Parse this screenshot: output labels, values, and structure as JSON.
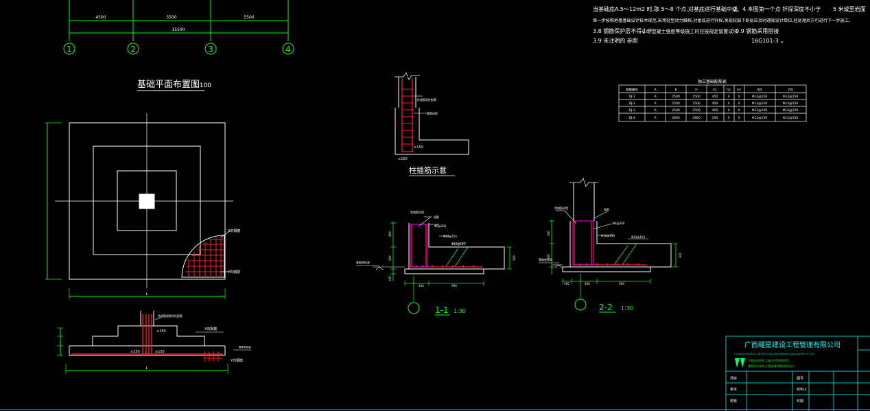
{
  "grid": {
    "dims_top": [
      "4500",
      "5500",
      "5500"
    ],
    "dim_total": "15500",
    "axes": [
      "1",
      "2",
      "3",
      "4"
    ]
  },
  "plan": {
    "title": "基础平面布置图",
    "scale": "1:100",
    "bar_note": "X向钢筋",
    "bar_note2": "Y向钢筋",
    "dim_bottom": "L"
  },
  "section_elev": {
    "note1": "柱插筋根数同柱配筋",
    "note2": "X向钢筋",
    "note3": "Y向钢筋",
    "label_a": "≥150",
    "label_b": "≥150",
    "elev": "基础底标高",
    "dim_bottom": "L"
  },
  "detail_anchor": {
    "title": "柱插筋示意",
    "note1": "柱插筋同柱配筋",
    "note2": "箍筋间距",
    "note3": "≥150"
  },
  "sec11": {
    "title": "1-1",
    "scale": "1:30",
    "elev_label": "基础底标高",
    "bars": [
      "墙钢筋同墙",
      "插筋",
      "Φ8@200",
      "Φ12@150"
    ],
    "dims_v": [
      "400",
      "300",
      "100"
    ],
    "dims_h": [
      "450",
      "900"
    ]
  },
  "sec22": {
    "title": "2-2",
    "scale": "1:30",
    "elev_label": "基础底标高",
    "bars": [
      "墙钢筋同墙",
      "插筋",
      "Φ8@200",
      "Φ12@150"
    ],
    "dims_v": [
      "300",
      "300"
    ],
    "dims_h": [
      "400",
      "400",
      "900"
    ]
  },
  "notes": {
    "line1": "当基础底A.5～12m2 时,取 5～8 个点,对基底进行基础中线",
    "line1b": "2、4 本图第一个点 钎探深度不小于",
    "line1c": "5 米或至岩面",
    "line2": "第一步按照地基基础设计技术规范,采用轻型动力触探,对基底进行钎探,发现软弱下卧层应及时通知设计单位,经处理后方可进行下一步施工。",
    "line3a": "3.8 钢筋保护层不得小于",
    "line3b": "2.5 混凝土强度等级施工时应按规定留置试块",
    "line3c": "0.9 钢筋采用搭接",
    "line4a": "3.9 未注明的 参照",
    "line4b": "16G101-3",
    "line4c": "。"
  },
  "table": {
    "title": "独立基础配筋表",
    "headers": [
      "基础编号",
      "A",
      "B",
      "H",
      "h1",
      "h2",
      "h3",
      "X向",
      "Y向"
    ],
    "rows": [
      [
        "DJ-1",
        "A",
        "2500",
        "2500",
        "450",
        "0",
        "0",
        "Φ12@150",
        "Φ12@150"
      ],
      [
        "DJ-2",
        "A",
        "2500",
        "2500",
        "450",
        "0",
        "0",
        "Φ12@150",
        "Φ12@150"
      ],
      [
        "DJ-3",
        "A",
        "2500",
        "2500",
        "450",
        "0",
        "0",
        "Φ12@150",
        "Φ12@150"
      ],
      [
        "DJ-4",
        "A",
        "2800",
        "2800",
        "500",
        "0",
        "0",
        "Φ12@150",
        "Φ12@150"
      ]
    ]
  },
  "title_block": {
    "company": "广西耀星建设工程管理有限公司",
    "company_en": "GUANGXI YAOXING CONSTRUCTION ENGINEERING MANAGEMENT CO LTD",
    "cert1": "工程设计资质 乙级 A245009351",
    "cert2": "建筑设计咨询 工程咨询(建筑规划设计)",
    "rows": [
      [
        "项目",
        "",
        "图号",
        ""
      ],
      [
        "审定",
        "",
        "结构-1",
        ""
      ],
      [
        "校核",
        "",
        "日期",
        ""
      ]
    ]
  },
  "colors": {
    "line_white": "#ffffff",
    "line_green": "#00ff00",
    "line_red": "#ff2020",
    "line_magenta": "#ff00ff",
    "text_white": "#ffffff",
    "title_cyan": "#00ffff",
    "dim_green": "#00ff00",
    "title_block": "#00c8c8",
    "logo_green": "#00ff66"
  }
}
